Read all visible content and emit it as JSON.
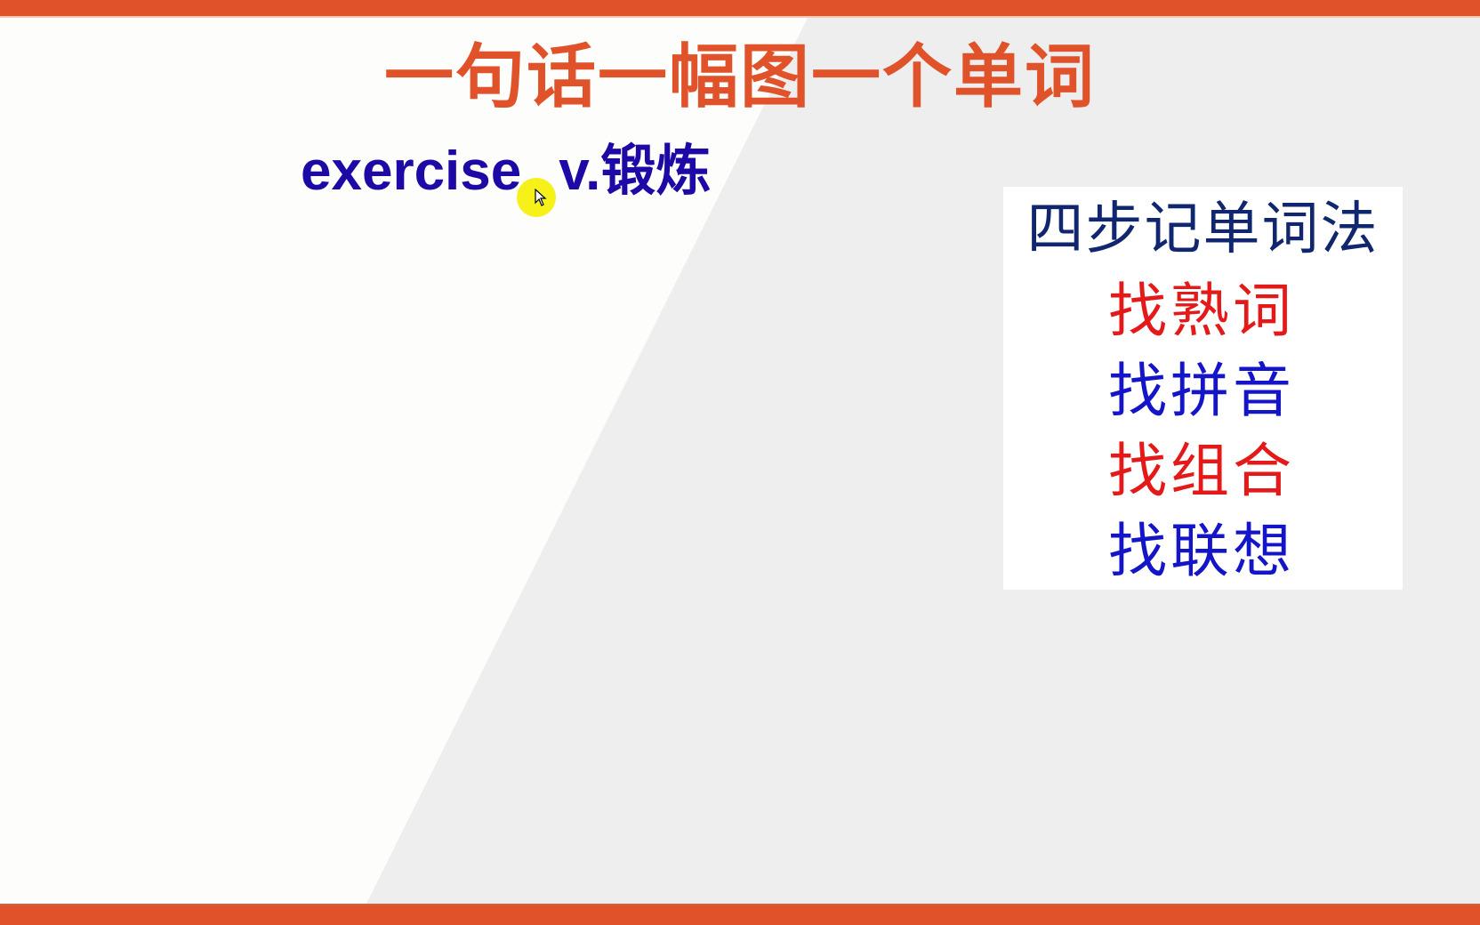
{
  "slide": {
    "title": "一句话一幅图一个单词",
    "word": "exercise",
    "part_of_speech_and_meaning": "v.锻炼",
    "colors": {
      "accent_bar": "#e0532a",
      "title": "#e0532a",
      "word": "#1d0aa6",
      "box_title": "#10266e",
      "red": "#e41a1a",
      "blue": "#1414c8"
    }
  },
  "steps_box": {
    "title": "四步记单词法",
    "steps": [
      {
        "label": "找熟词",
        "color": "red"
      },
      {
        "label": "找拼音",
        "color": "blue"
      },
      {
        "label": "找组合",
        "color": "red"
      },
      {
        "label": "找联想",
        "color": "blue"
      }
    ]
  },
  "cursor": {
    "icon": "pointer-arrow-icon",
    "highlight": "yellow-highlight-dot"
  }
}
